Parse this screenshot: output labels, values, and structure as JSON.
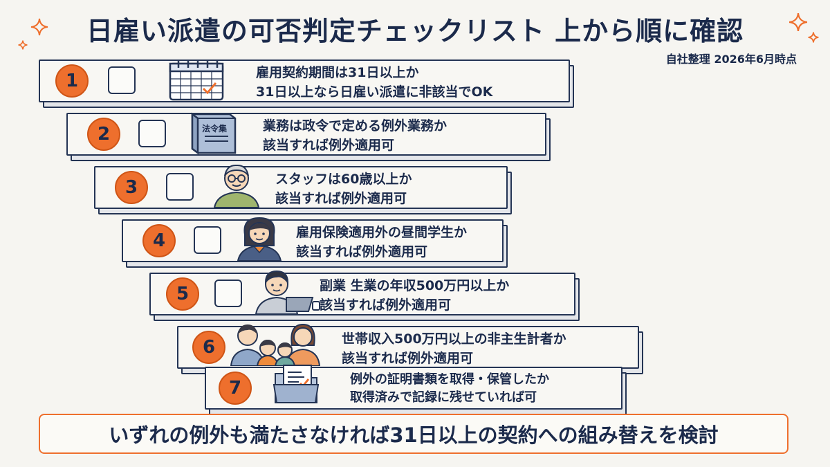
{
  "title": "日雇い派遣の可否判定チェックリスト 上から順に確認",
  "subtitle": "自社整理 2026年6月時点",
  "steps": [
    {
      "number": "1",
      "line1": "雇用契約期間は31日以上か",
      "line2": "31日以上なら日雇い派遣に非該当でOK",
      "icon": "calendar-icon"
    },
    {
      "number": "2",
      "line1": "業務は政令で定める例外業務か",
      "line2": "該当すれば例外適用可",
      "icon": "law-book-icon",
      "icon_label": "法令集"
    },
    {
      "number": "3",
      "line1": "スタッフは60歳以上か",
      "line2": "該当すれば例外適用可",
      "icon": "senior-person-icon"
    },
    {
      "number": "4",
      "line1": "雇用保険適用外の昼間学生か",
      "line2": "該当すれば例外適用可",
      "icon": "student-icon"
    },
    {
      "number": "5",
      "line1": "副業 生業の年収500万円以上か",
      "line2": "該当すれば例外適用可",
      "icon": "side-job-worker-icon"
    },
    {
      "number": "6",
      "line1": "世帯収入500万円以上の非主生計者か",
      "line2": "該当すれば例外適用可",
      "icon": "family-icon"
    },
    {
      "number": "7",
      "line1": "例外の証明書類を取得・保管したか",
      "line2": "取得済みで記録に残せていれば可",
      "icon": "document-folder-icon"
    }
  ],
  "footer": "いずれの例外も満たさなければ31日以上の契約への組み替えを検討",
  "colors": {
    "accent": "#ee6f2d",
    "ink": "#1b2a4b",
    "background": "#f6f5f1"
  }
}
